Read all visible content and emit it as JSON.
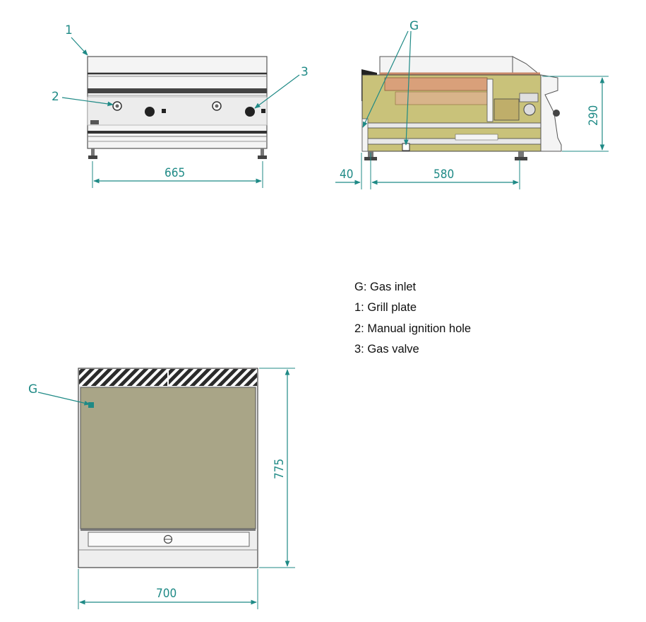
{
  "front_view": {
    "callouts": {
      "c1": "1",
      "c2": "2",
      "c3": "3"
    },
    "dim_width": "665"
  },
  "side_view": {
    "callouts": {
      "g": "G"
    },
    "dim_height": "290",
    "dim_offset": "40",
    "dim_depth": "580"
  },
  "top_view": {
    "callouts": {
      "g": "G"
    },
    "dim_width": "700",
    "dim_depth": "775"
  },
  "legend": [
    "G: Gas inlet",
    "1: Grill plate",
    "2: Manual ignition hole",
    "3: Gas valve"
  ],
  "colors": {
    "dimension_lines": "#1f8a86",
    "burner_area": "#c9c27a",
    "copper_part": "#d9a07a",
    "plate_top_view": "#a9a587"
  }
}
